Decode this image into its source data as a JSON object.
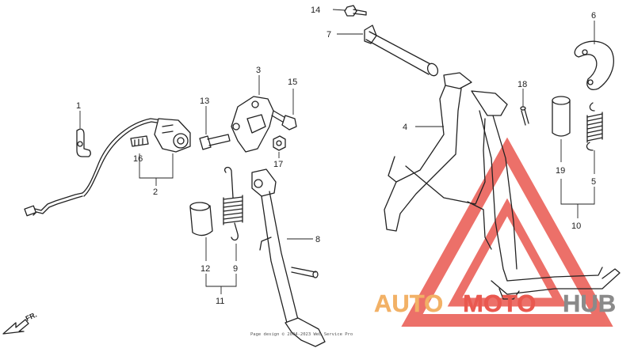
{
  "callouts": {
    "c1": "1",
    "c2": "2",
    "c3": "3",
    "c4": "4",
    "c5": "5",
    "c6": "6",
    "c7": "7",
    "c8": "8",
    "c9": "9",
    "c10": "10",
    "c11": "11",
    "c12": "12",
    "c13": "13",
    "c14": "14",
    "c15": "15",
    "c16": "16",
    "c17": "17",
    "c18": "18",
    "c19": "19"
  },
  "direction_label": "FR.",
  "copyright": "Page design © 2004-2023 Web Service Pro",
  "watermark": {
    "part1": "AUTO",
    "part2": "MOTO",
    "part3": "HUB",
    "colors": {
      "orange": "#f2b166",
      "red": "#e9584f",
      "gray": "#8a8a8a"
    }
  }
}
